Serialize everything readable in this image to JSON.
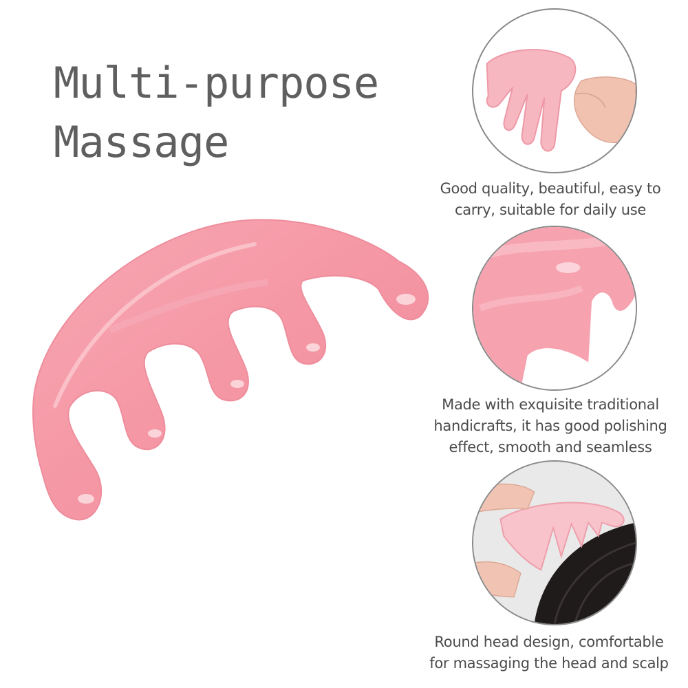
{
  "headline": {
    "line1": "Multi-purpose",
    "line2": "Massage"
  },
  "product": {
    "color": "#f59aa8",
    "highlight_color": "#fcd0d6",
    "shadow_color": "#e98694",
    "tooth_count": 5
  },
  "features": [
    {
      "caption_lines": [
        "Good quality, beautiful, easy to",
        "carry, suitable for daily use"
      ]
    },
    {
      "caption_lines": [
        "Made with exquisite traditional",
        "handicrafts, it has good polishing",
        "effect, smooth and seamless"
      ]
    },
    {
      "caption_lines": [
        "Round head design, comfortable",
        "for massaging the head and scalp"
      ]
    }
  ]
}
